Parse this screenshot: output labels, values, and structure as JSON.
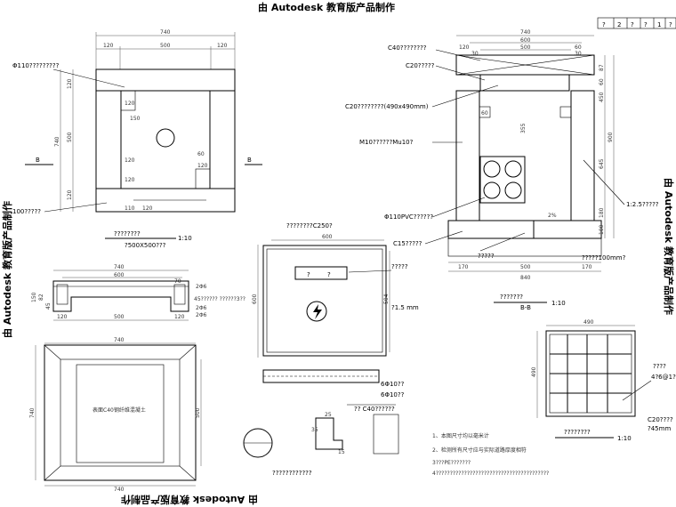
{
  "watermark": {
    "top": "由 Autodesk 教育版产品制作",
    "bottom": "由 Autodesk 教育版产品制作",
    "left": "由 Autodesk 教育版产品制作",
    "right": "由 Autodesk 教育版产品制作"
  },
  "title_block": [
    "?",
    "2",
    "?",
    "?",
    "1",
    "?"
  ],
  "plan_view": {
    "top_dims": [
      "740",
      "120",
      "500",
      "120"
    ],
    "left_dims": [
      "740",
      "500",
      "120",
      "120"
    ],
    "inner_dims": [
      "120",
      "150",
      "120",
      "120",
      "60",
      "120",
      "110",
      "120"
    ],
    "rebar_label": "Φ110?????????",
    "section_left": "B",
    "section_right": "B",
    "bottom_label": "100?????",
    "caption": "????????",
    "subcaption": "?500X500???",
    "scale": "1:10"
  },
  "section_bb": {
    "labels": [
      "C40????????",
      "C20?????",
      "C20????????(490x490mm)",
      "M10??????Mu10?",
      "Φ110PVC??????",
      "C15?????",
      "1:2.5?????",
      "?????100mm?",
      "?????"
    ],
    "top_dims": [
      "740",
      "600",
      "500",
      "120",
      "30",
      "60",
      "30"
    ],
    "right_dims": [
      "87",
      "60",
      "450",
      "900",
      "645",
      "180",
      "100"
    ],
    "inner_dims": [
      "355",
      "60"
    ],
    "bottom_dims": [
      "170",
      "500",
      "170",
      "840"
    ],
    "slope": "2%",
    "caption": "???????",
    "subcaption": "B-B",
    "scale": "1:10"
  },
  "cover": {
    "title": "????????C250?",
    "width": "600",
    "height": "600",
    "inner_height": "504",
    "plate_text": [
      "?",
      "?"
    ],
    "label_right": "?????",
    "label_thick": "?1.5  mm"
  },
  "cover_section": {
    "labels": [
      "6Φ10??",
      "6Φ10??",
      "?? C40??????"
    ],
    "dims": [
      "25",
      "35",
      "15"
    ]
  },
  "frame_section": {
    "top_dims": [
      "740",
      "600",
      "70"
    ],
    "bottom_dims": [
      "120",
      "500",
      "120"
    ],
    "left_dims": [
      "150",
      "82",
      "45"
    ],
    "notes": [
      "2Φ6",
      "45??????  ??????3??",
      "2Φ6",
      "2Φ6"
    ]
  },
  "frame_plan": {
    "label": "表面C40钢纤维混凝土",
    "top_dim": "740",
    "bottom_dim": "740",
    "left_dim": "740",
    "right_dim": "500"
  },
  "grate": {
    "width_dim": "490",
    "height_dim": "490",
    "label1": "????",
    "label2": "4?6@1??",
    "label3": "C20????",
    "label4": "?45mm",
    "caption": "????????",
    "scale": "1:10"
  },
  "notes": [
    "1、本图尺寸均以毫米计",
    "2、检测所有尺寸应与实际道路厚度相符",
    "3???PE???????",
    "4????????????????????????????????????????"
  ],
  "detail_caption": "????????????"
}
